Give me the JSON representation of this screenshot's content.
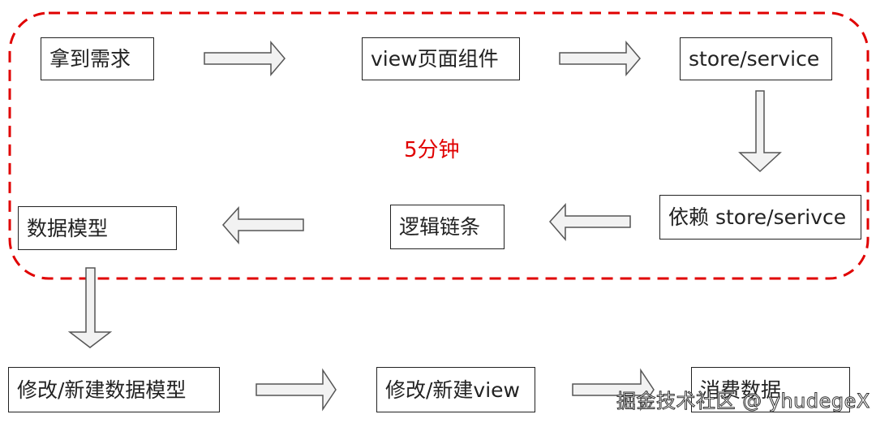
{
  "nodes": {
    "get_requirements": "拿到需求",
    "view_components": "view页面组件",
    "store_service": "store/service",
    "depend_store": "依赖 store/serivce",
    "logic_chain": "逻辑链条",
    "data_model": "数据模型",
    "modify_data_model": "修改/新建数据模型",
    "modify_view": "修改/新建view",
    "consume_data": "消费数据"
  },
  "region_label": "5分钟",
  "watermark": "掘金技术社区 @ yhudegeX",
  "colors": {
    "region_border": "#e00000",
    "arrow_fill": "#f2f2f2",
    "arrow_stroke": "#555555",
    "box_border": "#222222"
  }
}
